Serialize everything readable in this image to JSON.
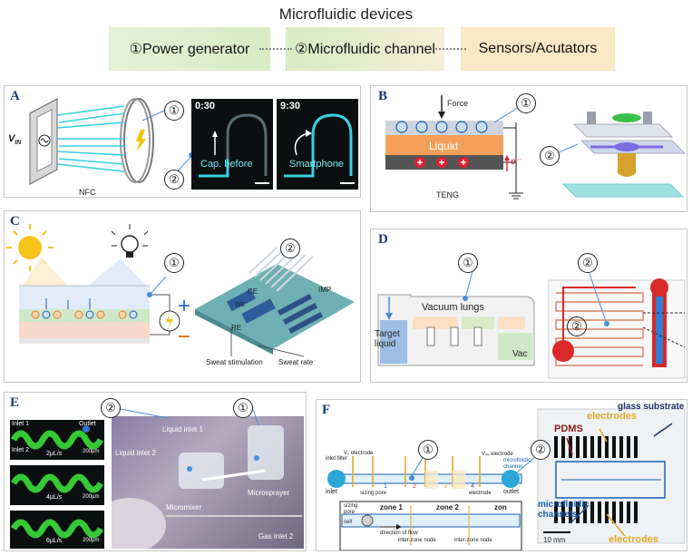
{
  "header": {
    "title": "Microfluidic devices",
    "items": [
      "①Power generator",
      "②Microfluidic channel",
      "Sensors/Acutators"
    ]
  },
  "markers": {
    "one": "①",
    "two": "②"
  },
  "panelA": {
    "label": "A",
    "vin": "V",
    "vin_sub": "IN",
    "nfc": "NFC",
    "img1_time": "0:30",
    "img1_caption": "Cap. before",
    "img2_time": "9:30",
    "img2_caption": "Smartphone"
  },
  "panelB": {
    "label": "B",
    "force": "Force",
    "liquid": "Liquid",
    "teng": "TENG",
    "electron": "e⁻"
  },
  "panelC": {
    "label": "C",
    "ce": "CE",
    "we": "WE",
    "re": "RE",
    "imp": "IMP",
    "sweat_stim": "Sweat stimulation",
    "sweat_rate": "Sweat rate"
  },
  "panelD": {
    "label": "D",
    "vacuum": "Vacuum lungs",
    "target": "Target liquid",
    "vac": "Vac"
  },
  "panelE": {
    "label": "E",
    "inlet1": "Inlet 1",
    "inlet2": "Inlet 2",
    "outlet": "Outlet",
    "flows": [
      "2μL/s",
      "4μL/s",
      "6μL/s"
    ],
    "scale": "200μm",
    "liquid_inlet1": "Liquid inlet 1",
    "liquid_inlet2": "Liquid inlet 2",
    "microsprayer": "Microsprayer",
    "micromixer": "Micromixer",
    "gas_inlet2": "Gas inlet 2"
  },
  "panelF": {
    "label": "F",
    "inlet": "inlet",
    "outlet": "outlet",
    "inlet_filter": "inlet filter",
    "ve_electrode": "V₁ electrode",
    "vsm_electrode": "Vₛₑ electrode",
    "microfluidic_channel_small": "microfluidic channel",
    "sizing_pore": "sizing pore",
    "electrode": "electrode",
    "zones": [
      "1",
      "2",
      "3",
      "4"
    ],
    "zone1": "zone 1",
    "zone2": "zone 2",
    "zone3": "zon",
    "cell": "cell",
    "direction": "direction of flow",
    "interzone": "inter-zone node",
    "electrodes": "electrodes",
    "pdms": "PDMS",
    "glass": "glass substrate",
    "microfluidic_channels": "microfluidic channels",
    "electrodes_bottom": "electrodes",
    "scalebar": "10 mm"
  },
  "colors": {
    "circleFill": "#c9ddf0",
    "electrodeYellow": "#e2a92b",
    "cyanArrow": "#3ad0e0",
    "accentBlue": "#1b5fb0"
  }
}
